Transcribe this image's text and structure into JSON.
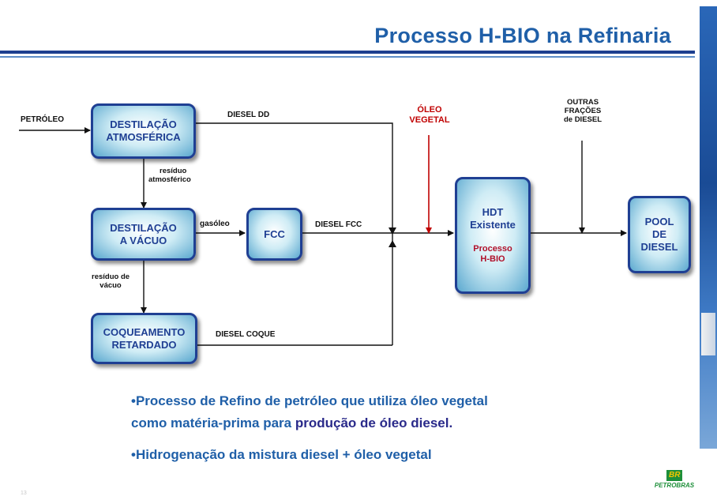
{
  "title": "Processo H-BIO na Refinaria",
  "nodes": {
    "destilacao_atm": [
      "DESTILAÇÃO",
      "ATMOSFÉRICA"
    ],
    "destilacao_vac": [
      "DESTILAÇÃO",
      "A VÁCUO"
    ],
    "fcc": "FCC",
    "coqueamento": [
      "COQUEAMENTO",
      "RETARDADO"
    ],
    "hdt": [
      "HDT",
      "Existente"
    ],
    "hdt_sub": [
      "Processo",
      "H-BIO"
    ],
    "pool": [
      "POOL",
      "DE",
      "DIESEL"
    ]
  },
  "labels": {
    "petroleo": "PETRÓLEO",
    "diesel_dd": "DIESEL DD",
    "residuo_atm": [
      "resíduo",
      "atmosférico"
    ],
    "gasoleo": "gasóleo",
    "diesel_fcc": "DIESEL FCC",
    "residuo_vac": [
      "resíduo de",
      "vácuo"
    ],
    "diesel_coque": "DIESEL COQUE",
    "oleo_vegetal": [
      "ÓLEO",
      "VEGETAL"
    ],
    "outras": [
      "OUTRAS",
      "FRAÇÕES",
      "de DIESEL"
    ]
  },
  "bullets": {
    "b1_line1": "•Processo de Refino de petróleo que utiliza óleo vegetal",
    "b1_line2_a": "como matéria-prima para ",
    "b1_line2_b": "produção de óleo diesel.",
    "b2": "•Hidrogenação da mistura diesel + óleo vegetal"
  },
  "logo": {
    "mark": "BR",
    "text": "PETROBRAS"
  },
  "page_number": "13",
  "colors": {
    "title": "#1f5fa8",
    "node_border": "#1f3f93",
    "oleo_vegetal": "#c00000",
    "bullet_highlight": "#2a2a8a"
  }
}
